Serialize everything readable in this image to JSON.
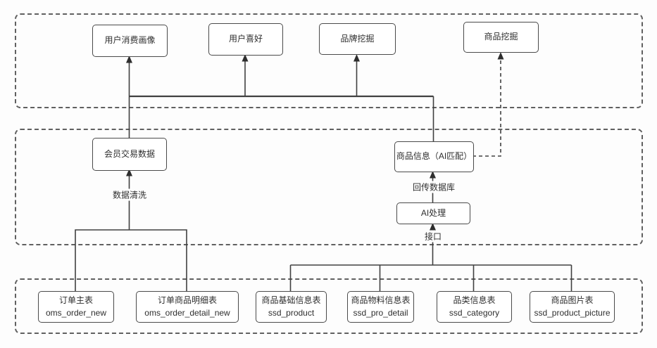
{
  "diagram": {
    "colors": {
      "line": "#404040",
      "box_border": "#4a4a4a",
      "dashed_border": "#606060",
      "text": "#2e2e2e",
      "background": "#fdfdfd"
    },
    "top_layer": {
      "nodes": [
        {
          "label": "用户消费画像"
        },
        {
          "label": "用户喜好"
        },
        {
          "label": "品牌挖掘"
        },
        {
          "label": "商品挖掘"
        }
      ]
    },
    "middle_layer": {
      "nodes": [
        {
          "label": "会员交易数据"
        },
        {
          "label": "商品信息（AI匹配）"
        },
        {
          "label": "AI处理"
        }
      ],
      "edge_labels": [
        {
          "label": "数据清洗"
        },
        {
          "label": "回传数据库"
        },
        {
          "label": "接口"
        }
      ]
    },
    "bottom_layer": {
      "nodes": [
        {
          "title": "订单主表",
          "subtitle": "oms_order_new"
        },
        {
          "title": "订单商品明细表",
          "subtitle": "oms_order_detail_new"
        },
        {
          "title": "商品基础信息表",
          "subtitle": "ssd_product"
        },
        {
          "title": "商品物料信息表",
          "subtitle": "ssd_pro_detail"
        },
        {
          "title": "品类信息表",
          "subtitle": "ssd_category"
        },
        {
          "title": "商品图片表",
          "subtitle": "ssd_product_picture"
        }
      ]
    }
  }
}
